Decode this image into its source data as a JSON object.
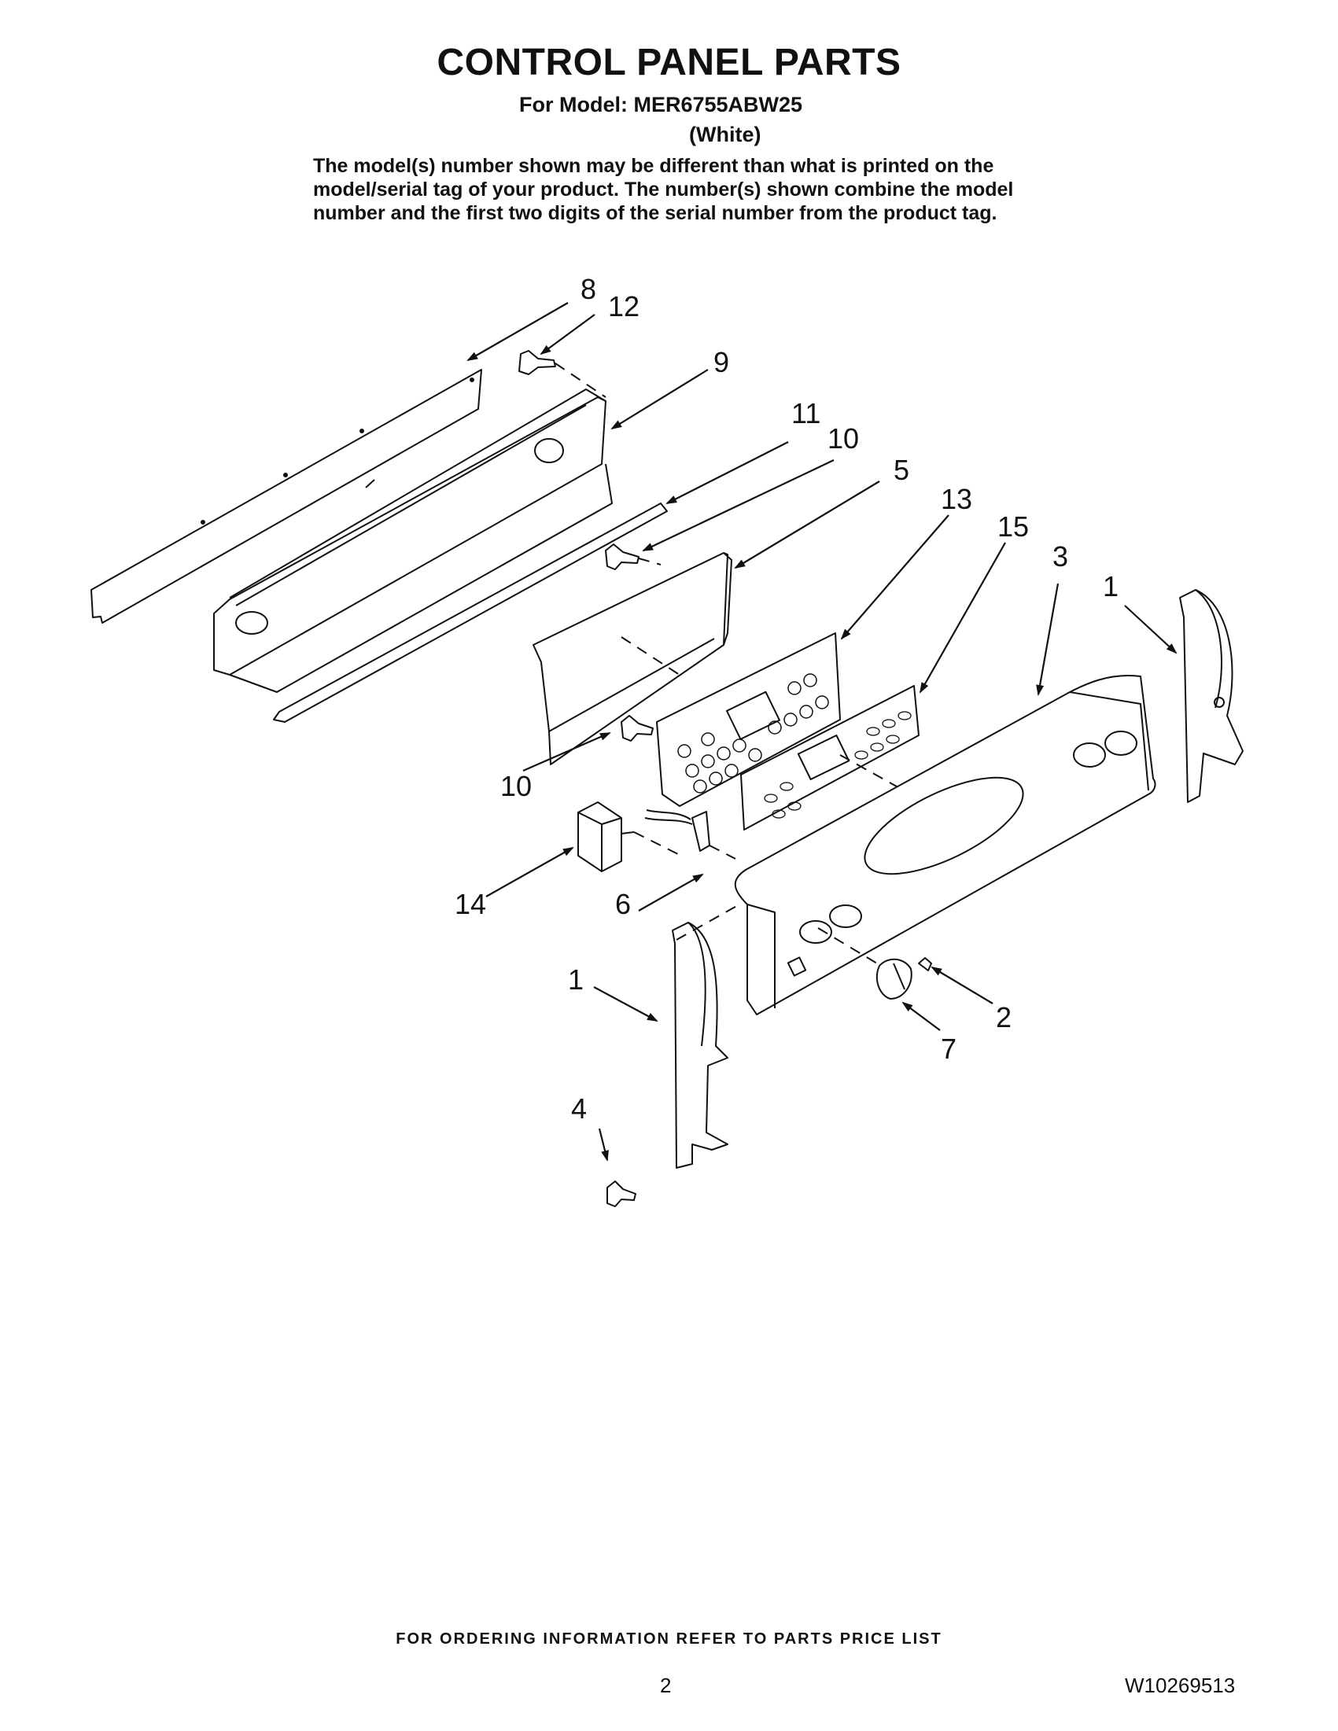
{
  "header": {
    "title": "CONTROL PANEL PARTS",
    "model_line": "For Model: MER6755ABW25",
    "color_line": "(White)",
    "note": "The model(s) number shown may be different than what is printed on the model/serial tag of your product. The number(s) shown combine the model number and the first two digits of the serial number from the product tag."
  },
  "callouts": {
    "c8": "8",
    "c12": "12",
    "c9": "9",
    "c11": "11",
    "c10a": "10",
    "c5": "5",
    "c13": "13",
    "c15": "15",
    "c3": "3",
    "c1a": "1",
    "c10b": "10",
    "c14": "14",
    "c6": "6",
    "c1b": "1",
    "c2": "2",
    "c7": "7",
    "c4": "4"
  },
  "footer": {
    "ordering": "FOR ORDERING INFORMATION REFER TO PARTS PRICE LIST",
    "page_number": "2",
    "document_number": "W10269513"
  }
}
